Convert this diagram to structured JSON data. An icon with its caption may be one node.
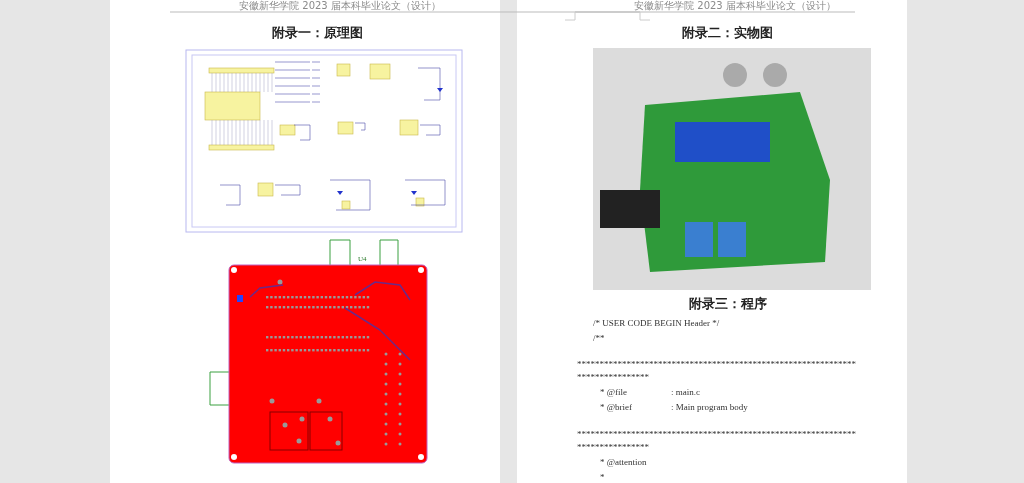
{
  "diagram": {
    "labels": [
      "安徽新华学院 2023 届本科毕业论文（设计）",
      "安徽新华学院 2023 届本科毕业论文（设计）",
      "附录一：原理图",
      "附录二：实物图",
      "附录三：程序",
      "/* USER CODE BEGIN Header */",
      "/**",
      "******************************************************************************",
      "* @file",
      ": main.c",
      "* @brief",
      ": Main program body",
      "******************************************************************************",
      "* @attention",
      "*",
      "U4"
    ]
  }
}
